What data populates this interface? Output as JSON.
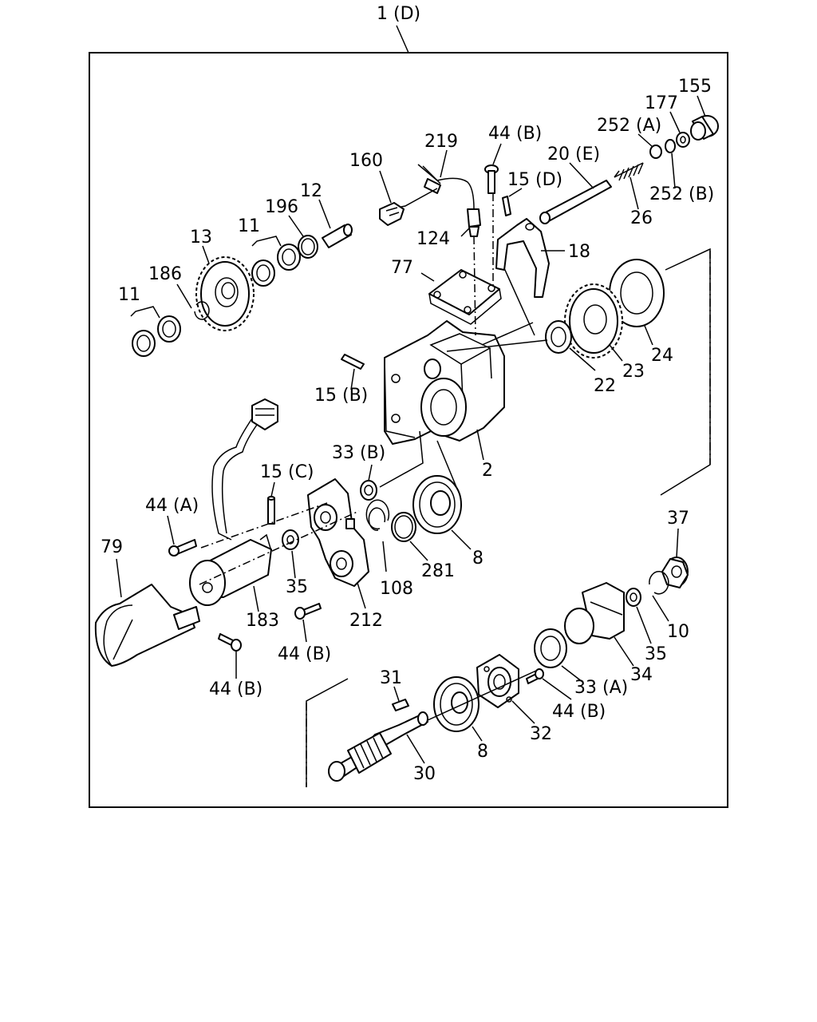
{
  "title": "1 (D)",
  "callouts": [
    {
      "id": "c155",
      "text": "155"
    },
    {
      "id": "c177",
      "text": "177"
    },
    {
      "id": "c252a",
      "text": "252 (A)"
    },
    {
      "id": "c252b",
      "text": "252 (B)"
    },
    {
      "id": "c219",
      "text": "219"
    },
    {
      "id": "c44b_top",
      "text": "44 (B)"
    },
    {
      "id": "c20e",
      "text": "20 (E)"
    },
    {
      "id": "c160",
      "text": "160"
    },
    {
      "id": "c15d",
      "text": "15 (D)"
    },
    {
      "id": "c26",
      "text": "26"
    },
    {
      "id": "c12",
      "text": "12"
    },
    {
      "id": "c196",
      "text": "196"
    },
    {
      "id": "c124",
      "text": "124"
    },
    {
      "id": "c11_mid",
      "text": "11"
    },
    {
      "id": "c13",
      "text": "13"
    },
    {
      "id": "c18",
      "text": "18"
    },
    {
      "id": "c77",
      "text": "77"
    },
    {
      "id": "c186",
      "text": "186"
    },
    {
      "id": "c11_left",
      "text": "11"
    },
    {
      "id": "c24",
      "text": "24"
    },
    {
      "id": "c23",
      "text": "23"
    },
    {
      "id": "c22",
      "text": "22"
    },
    {
      "id": "c15b",
      "text": "15 (B)"
    },
    {
      "id": "c33b",
      "text": "33 (B)"
    },
    {
      "id": "c2",
      "text": "2"
    },
    {
      "id": "c15c",
      "text": "15 (C)"
    },
    {
      "id": "c44a",
      "text": "44 (A)"
    },
    {
      "id": "c79",
      "text": "79"
    },
    {
      "id": "c37",
      "text": "37"
    },
    {
      "id": "c281",
      "text": "281"
    },
    {
      "id": "c8_mid",
      "text": "8"
    },
    {
      "id": "c35_left",
      "text": "35"
    },
    {
      "id": "c108",
      "text": "108"
    },
    {
      "id": "c183",
      "text": "183"
    },
    {
      "id": "c212",
      "text": "212"
    },
    {
      "id": "c10",
      "text": "10"
    },
    {
      "id": "c44b_mid",
      "text": "44 (B)"
    },
    {
      "id": "c35_right",
      "text": "35"
    },
    {
      "id": "c34",
      "text": "34"
    },
    {
      "id": "c44b_left",
      "text": "44 (B)"
    },
    {
      "id": "c31",
      "text": "31"
    },
    {
      "id": "c33a",
      "text": "33 (A)"
    },
    {
      "id": "c44b_low",
      "text": "44 (B)"
    },
    {
      "id": "c32",
      "text": "32"
    },
    {
      "id": "c8_low",
      "text": "8"
    },
    {
      "id": "c30",
      "text": "30"
    }
  ]
}
